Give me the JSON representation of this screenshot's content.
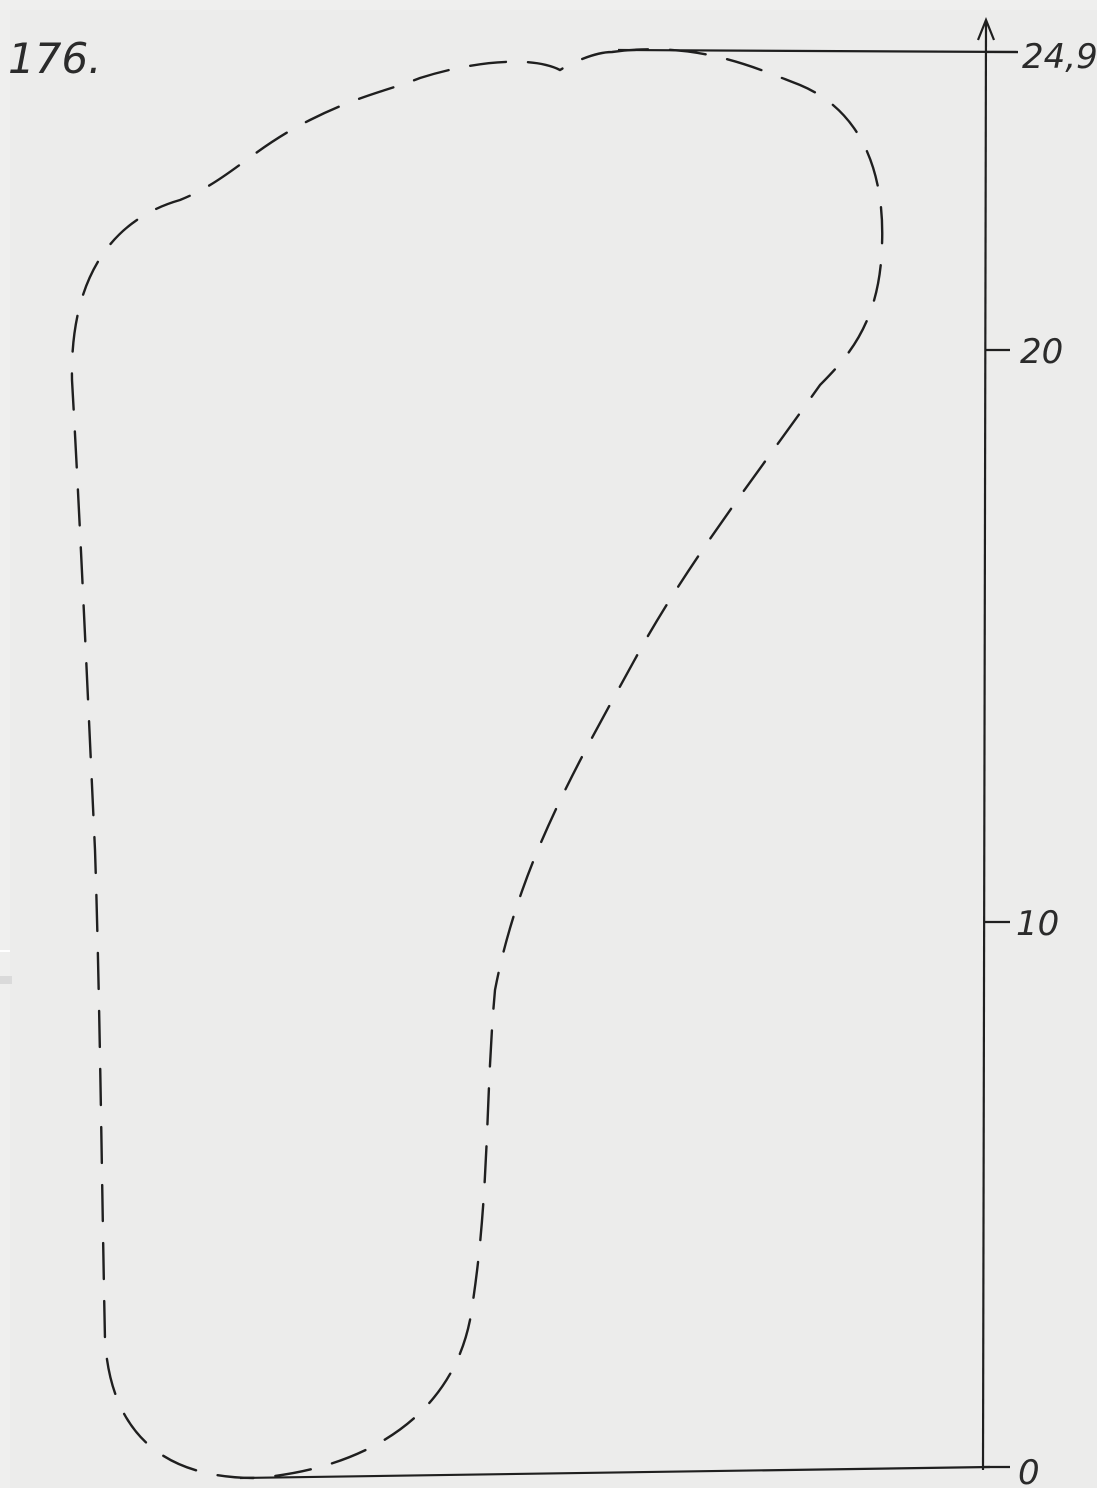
{
  "figure": {
    "number_label": "176.",
    "scale": {
      "ticks": [
        {
          "label": "0",
          "value": 0
        },
        {
          "label": "10",
          "value": 10
        },
        {
          "label": "20",
          "value": 20
        },
        {
          "label": "24,9",
          "value": 24.9
        }
      ]
    },
    "ink_color": "#1f1f1f",
    "paper_color": "#ececeb"
  }
}
